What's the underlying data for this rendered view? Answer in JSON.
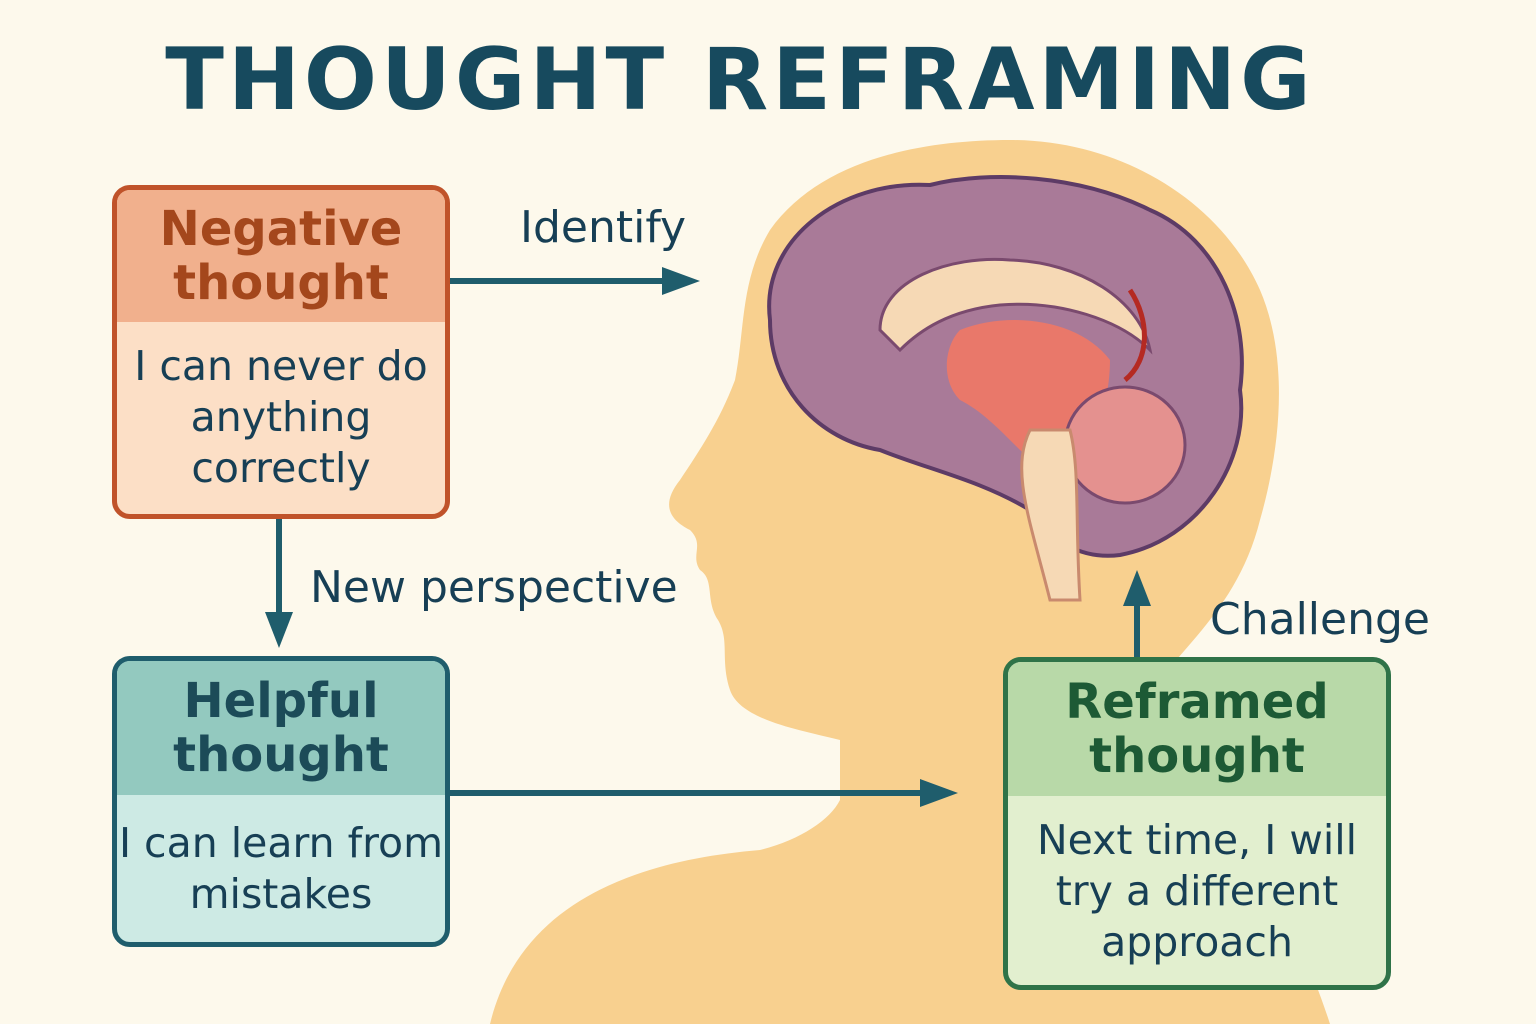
{
  "title": "THOUGHT REFRAMING",
  "boxes": {
    "negative": {
      "heading": "Negative thought",
      "text": "I can never do anything correctly"
    },
    "helpful": {
      "heading": "Helpful thought",
      "text": "I can learn from mistakes"
    },
    "reframed": {
      "heading": "Reframed thought",
      "text": "Next time, I will try a different approach"
    }
  },
  "arrows": {
    "identify": "Identify",
    "new_perspective": "New perspective",
    "challenge": "Challenge"
  },
  "colors": {
    "background": "#fdf9ec",
    "title": "#174a5e",
    "silhouette": "#f8d08f",
    "brain": "#a97a98"
  }
}
